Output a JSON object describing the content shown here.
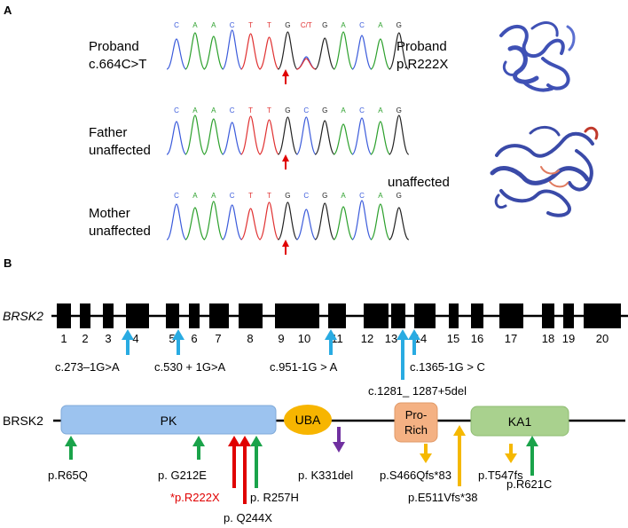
{
  "panel_a": {
    "label": "A",
    "rows": [
      {
        "left_line1": "Proband",
        "left_line2": "c.664C>T",
        "right_line1": "Proband",
        "right_line2": "p.R222X",
        "bases": [
          "C",
          "A",
          "A",
          "C",
          "T",
          "T",
          "G",
          "C/T",
          "G",
          "A",
          "C",
          "A",
          "G"
        ]
      },
      {
        "left_line1": "Father",
        "left_line2": "unaffected",
        "bases": [
          "C",
          "A",
          "A",
          "C",
          "T",
          "T",
          "G",
          "C",
          "G",
          "A",
          "C",
          "A",
          "G"
        ]
      },
      {
        "left_line1": "Mother",
        "left_line2": "unaffected",
        "right_line1": "unaffected",
        "bases": [
          "C",
          "A",
          "A",
          "C",
          "T",
          "T",
          "G",
          "C",
          "G",
          "A",
          "C",
          "A",
          "G"
        ]
      }
    ]
  },
  "panel_b": {
    "label": "B",
    "gene_name": "BRSK2",
    "exons": [
      "1",
      "2",
      "3",
      "4",
      "5",
      "6",
      "7",
      "8",
      "9",
      "10",
      "11",
      "12",
      "13",
      "14",
      "15",
      "16",
      "17",
      "18",
      "19",
      "20"
    ],
    "splice_variants": [
      "c.273–1G>A",
      "c.530 + 1G>A",
      "c.951-1G > A",
      "c.1365-1G > C",
      "c.1281_ 1287+5del"
    ],
    "protein_name": "BRSK2",
    "domains": [
      "PK",
      "UBA",
      "Pro-",
      "Rich",
      "KA1"
    ],
    "protein_variants": [
      "p.R65Q",
      "p. G212E",
      "*p.R222X",
      "p. R257H",
      "p. Q244X",
      "p. K331del",
      "p.S466Qfs*83",
      "p.E511Vfs*38",
      "p.T547fs",
      "p.R621C"
    ]
  },
  "colors": {
    "exon": "#000000",
    "arrow_blue": "#29abe2",
    "arrow_green": "#1aa34a",
    "arrow_red": "#e00000",
    "arrow_purple": "#7030a0",
    "arrow_orange": "#f5b800",
    "pk": "#9cc3ef",
    "uba": "#f7b500",
    "prorich": "#f4b183",
    "ka1": "#a9d18e",
    "protein": "#3f51b5"
  }
}
